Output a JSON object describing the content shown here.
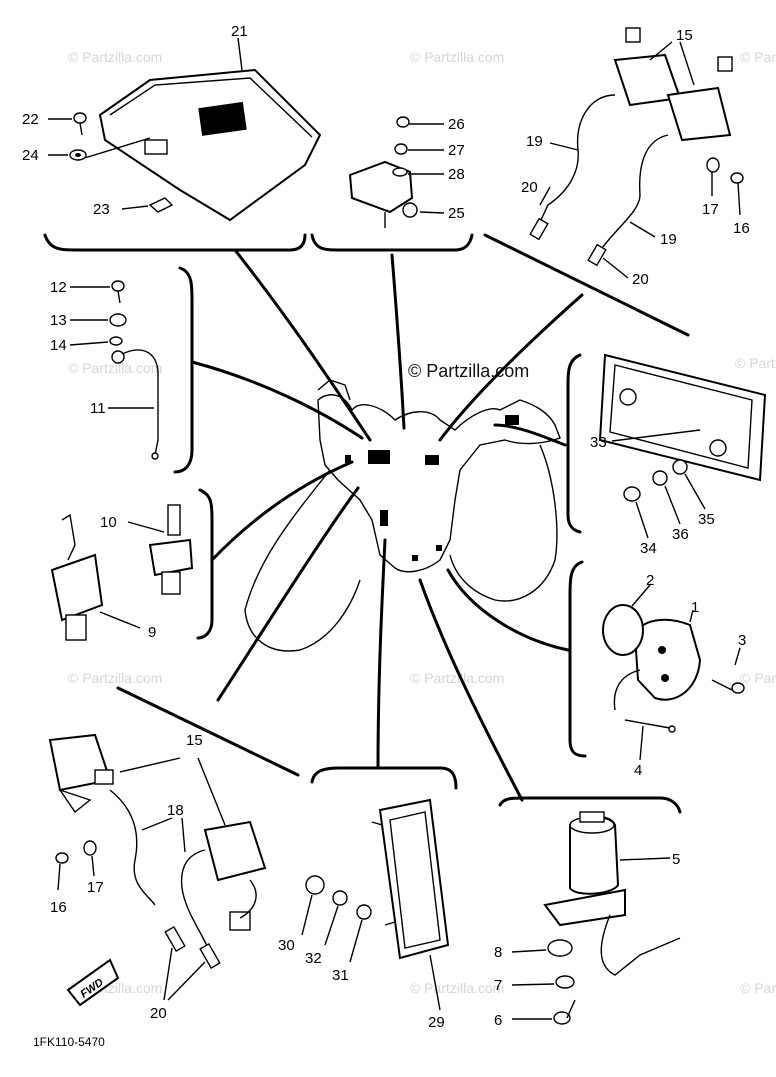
{
  "diagram": {
    "part_labels": {
      "p1": "1",
      "p2": "2",
      "p3": "3",
      "p4": "4",
      "p5": "5",
      "p6": "6",
      "p7": "7",
      "p8": "8",
      "p9": "9",
      "p10": "10",
      "p11": "11",
      "p12": "12",
      "p13": "13",
      "p14": "14",
      "p15a": "15",
      "p15b": "15",
      "p16a": "16",
      "p16b": "16",
      "p17a": "17",
      "p17b": "17",
      "p18": "18",
      "p19a": "19",
      "p19b": "19",
      "p20a": "20",
      "p20b": "20",
      "p20c": "20",
      "p21": "21",
      "p22": "22",
      "p23": "23",
      "p24": "24",
      "p25": "25",
      "p26": "26",
      "p27": "27",
      "p28": "28",
      "p29": "29",
      "p30": "30",
      "p31": "31",
      "p32": "32",
      "p33": "33",
      "p34": "34",
      "p35": "35",
      "p36": "36"
    },
    "fwd_label": "FWD",
    "diagram_code": "1FK110-5470"
  },
  "watermark": {
    "main": "© Partzilla.com",
    "repeat": "© Partzilla.com"
  }
}
